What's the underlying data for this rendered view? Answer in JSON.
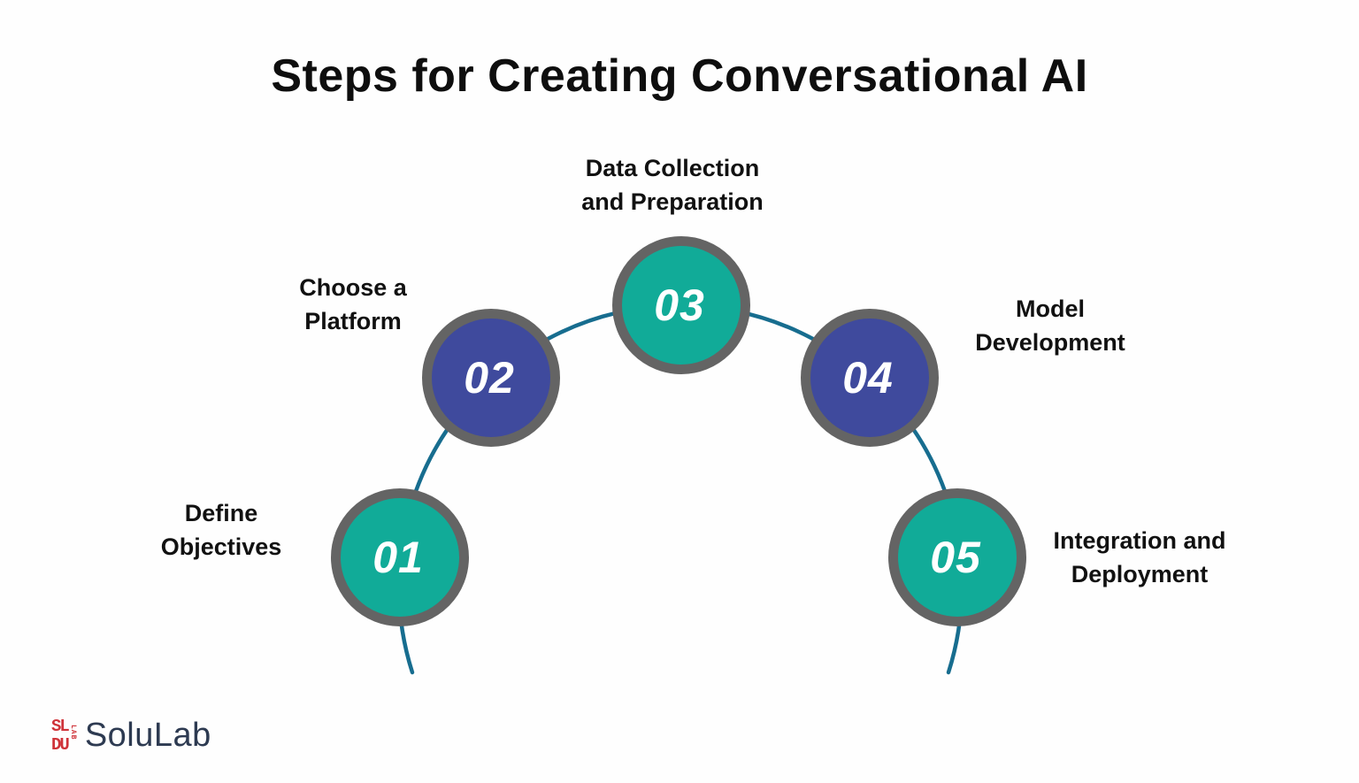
{
  "title": "Steps for Creating Conversational AI",
  "steps": [
    {
      "number": "01",
      "label": "Define Objectives",
      "lines": [
        "Define",
        "Objectives"
      ],
      "color": "teal"
    },
    {
      "number": "02",
      "label": "Choose a Platform",
      "lines": [
        "Choose a",
        "Platform"
      ],
      "color": "blue"
    },
    {
      "number": "03",
      "label": "Data Collection and Preparation",
      "lines": [
        "Data Collection",
        "and Preparation"
      ],
      "color": "teal"
    },
    {
      "number": "04",
      "label": "Model Development",
      "lines": [
        "Model",
        "Development"
      ],
      "color": "blue"
    },
    {
      "number": "05",
      "label": "Integration and Deployment",
      "lines": [
        "Integration and",
        "Deployment"
      ],
      "color": "teal"
    }
  ],
  "colors": {
    "teal": "#11ab98",
    "blue": "#3f4a9d",
    "ring": "#646464",
    "arc": "#176d8f",
    "title_text": "#0e0e0e",
    "label_text": "#111111",
    "number_text": "#ffffff",
    "logo_red": "#cf3339",
    "logo_text": "#2d3a51"
  },
  "logo": {
    "brand": "SoluLab",
    "icon_line1": "SL",
    "icon_line2": "DU",
    "icon_side": "LAB"
  }
}
